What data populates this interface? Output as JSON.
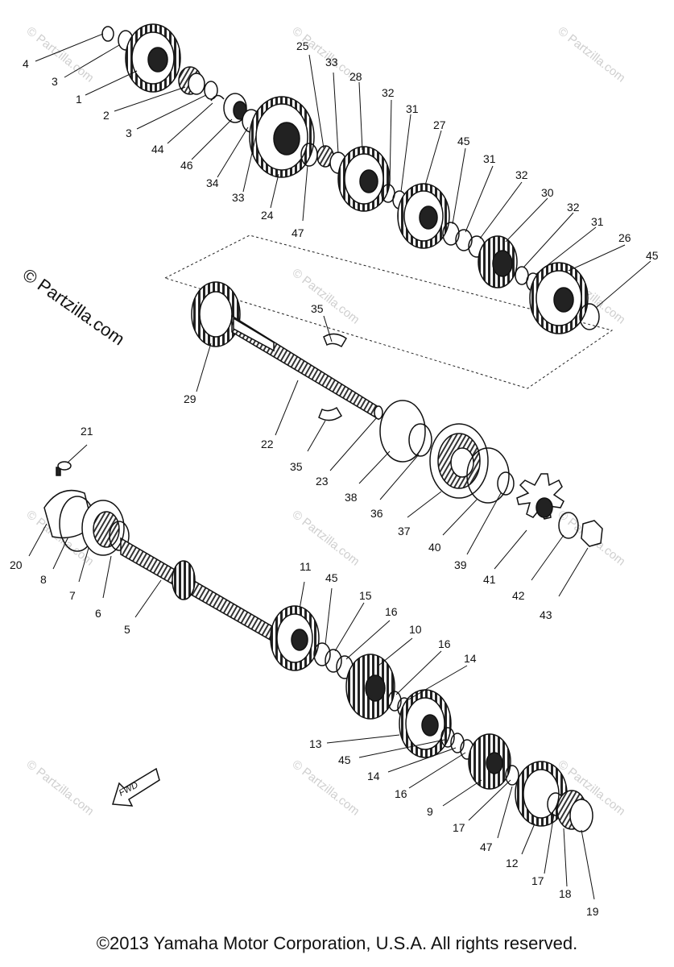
{
  "watermark": "© Partzilla.com",
  "side_watermark": "© Partzilla.com",
  "direction_label": "FWD",
  "footer": "©2013 Yamaha Motor Corporation, U.S.A. All rights reserved.",
  "part_numbers": [
    "1",
    "2",
    "3",
    "4",
    "5",
    "6",
    "7",
    "8",
    "9",
    "10",
    "11",
    "12",
    "13",
    "14",
    "15",
    "16",
    "17",
    "18",
    "19",
    "20",
    "21",
    "22",
    "23",
    "24",
    "25",
    "26",
    "27",
    "28",
    "29",
    "30",
    "31",
    "32",
    "33",
    "34",
    "35",
    "36",
    "37",
    "38",
    "39",
    "40",
    "41",
    "42",
    "43",
    "44",
    "45",
    "46",
    "47"
  ]
}
